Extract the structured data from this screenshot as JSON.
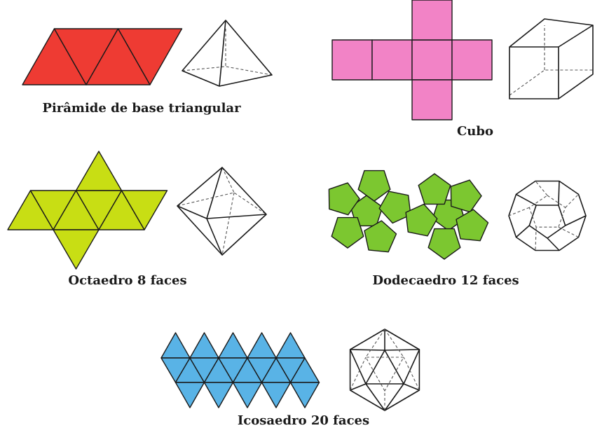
{
  "colors": {
    "tetra": "#ee3b33",
    "cube": "#f283c6",
    "octa": "#c8de14",
    "dodeca": "#7cc730",
    "icosa": "#59b3e6"
  },
  "solids": [
    {
      "id": "tetra",
      "label": "Pirâmide de base triangular"
    },
    {
      "id": "cube",
      "label": "Cubo"
    },
    {
      "id": "octa",
      "label": "Octaedro 8 faces"
    },
    {
      "id": "dodeca",
      "label": "Dodecaedro 12 faces"
    },
    {
      "id": "icosa",
      "label": "Icosaedro 20 faces"
    }
  ]
}
